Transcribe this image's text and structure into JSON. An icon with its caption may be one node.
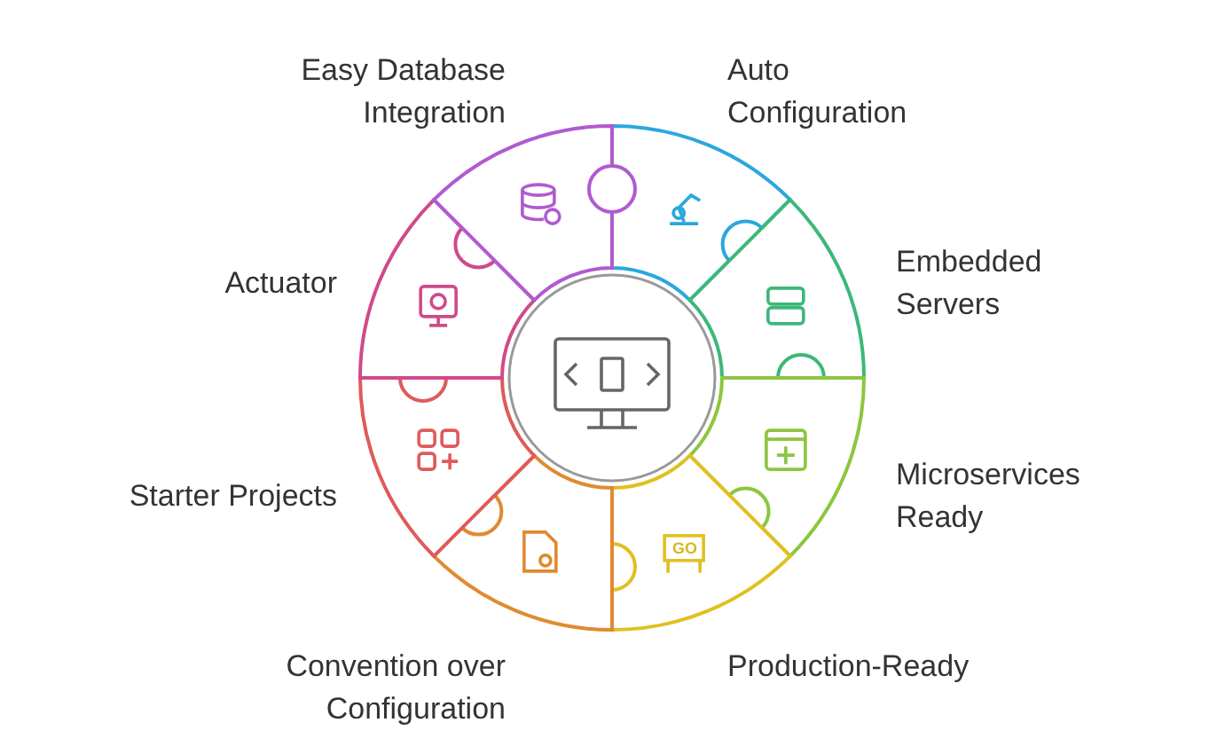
{
  "diagram": {
    "labels": [
      "Easy Database Integration",
      "Auto Configuration",
      "Embedded Servers",
      "Actuator",
      "Microservices Ready",
      "Starter Projects",
      "Convention over Configuration",
      "Production-Ready",
      "GO"
    ]
  }
}
